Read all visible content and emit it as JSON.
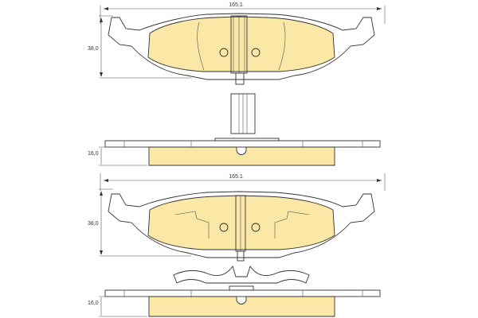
{
  "colors": {
    "pad_fill": "#fbe7a6",
    "plate_fill": "#ffffff",
    "line": "#333333"
  },
  "top_view": {
    "length_label": "165,1",
    "height_label": "38,0",
    "thickness_label": "16,0"
  },
  "bottom_view": {
    "length_label": "165.1",
    "height_label": "38,0",
    "thickness_label": "16,0"
  }
}
